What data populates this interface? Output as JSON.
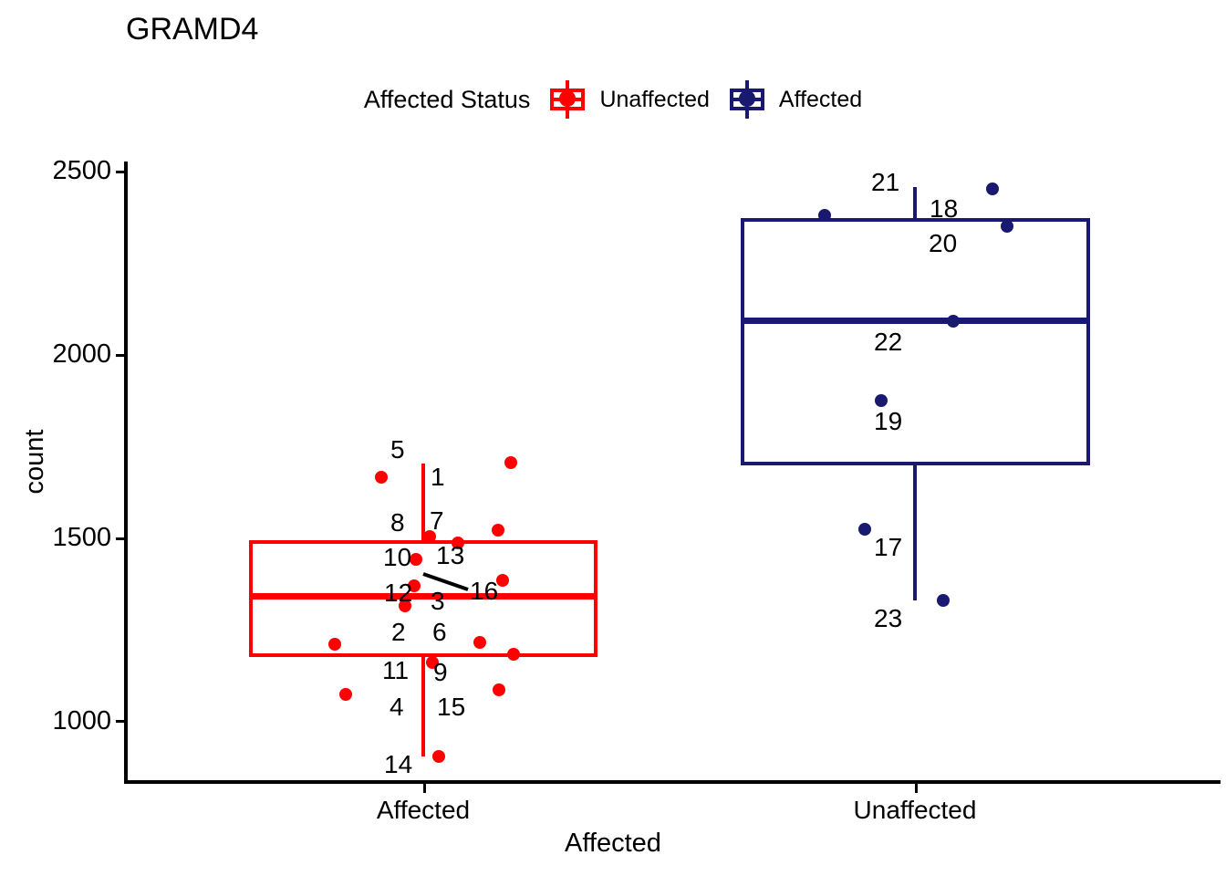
{
  "title": "GRAMD4",
  "legend": {
    "title": "Affected Status",
    "entries": [
      {
        "label": "Unaffected",
        "color": "#ff0000"
      },
      {
        "label": "Affected",
        "color": "#191970"
      }
    ]
  },
  "axes": {
    "y_title": "count",
    "x_title": "Affected",
    "y_ticks": [
      "1000",
      "1500",
      "2000",
      "2500"
    ],
    "x_ticks": [
      "Affected",
      "Unaffected"
    ]
  },
  "chart_data": {
    "type": "boxplot",
    "title": "GRAMD4",
    "xlabel": "Affected",
    "ylabel": "count",
    "ylim": [
      850,
      2560
    ],
    "ytick_values": [
      1000,
      1500,
      2000,
      2500
    ],
    "grid": false,
    "legend_position": "top-center",
    "legend_title": "Affected Status",
    "categories": [
      "Affected",
      "Unaffected"
    ],
    "series": [
      {
        "name": "Affected",
        "legend_name": "Unaffected",
        "color": "#ff0000",
        "box": {
          "q1": 1178,
          "median": 1338,
          "q3": 1505,
          "whisker_low": 890,
          "whisker_high": 1700
        },
        "points": [
          {
            "label": "5",
            "value": 1668
          },
          {
            "label": "1",
            "value": 1705
          },
          {
            "label": "8",
            "value": 1520
          },
          {
            "label": "7",
            "value": 1502
          },
          {
            "label": "13",
            "value": 1485
          },
          {
            "label": "10",
            "value": 1441
          },
          {
            "label": "16",
            "value": 1383
          },
          {
            "label": "12",
            "value": 1371
          },
          {
            "label": "3",
            "value": 1315
          },
          {
            "label": "2",
            "value": 1211
          },
          {
            "label": "6",
            "value": 1222
          },
          {
            "label": "9",
            "value": 1172
          },
          {
            "label": "15",
            "value": 1086
          },
          {
            "label": "11",
            "value": 1070
          },
          {
            "label": "14",
            "value": 890
          },
          {
            "label": "4",
            "value": 1178
          }
        ]
      },
      {
        "name": "Unaffected",
        "legend_name": "Affected",
        "color": "#191970",
        "box": {
          "q1": 1695,
          "median": 2078,
          "q3": 2335,
          "whisker_low": 1330,
          "whisker_high": 2440
        },
        "points": [
          {
            "label": "21",
            "value": 2368
          },
          {
            "label": "18",
            "value": 2440
          },
          {
            "label": "20",
            "value": 2340
          },
          {
            "label": "22",
            "value": 2078
          },
          {
            "label": "19",
            "value": 1875
          },
          {
            "label": "17",
            "value": 1525
          },
          {
            "label": "23",
            "value": 1330
          }
        ]
      }
    ]
  },
  "point_labels": {
    "red": [
      "5",
      "1",
      "8",
      "7",
      "10",
      "13",
      "12",
      "3",
      "16",
      "2",
      "6",
      "11",
      "9",
      "4",
      "15",
      "14"
    ],
    "navy": [
      "21",
      "18",
      "20",
      "22",
      "19",
      "17",
      "23"
    ]
  }
}
